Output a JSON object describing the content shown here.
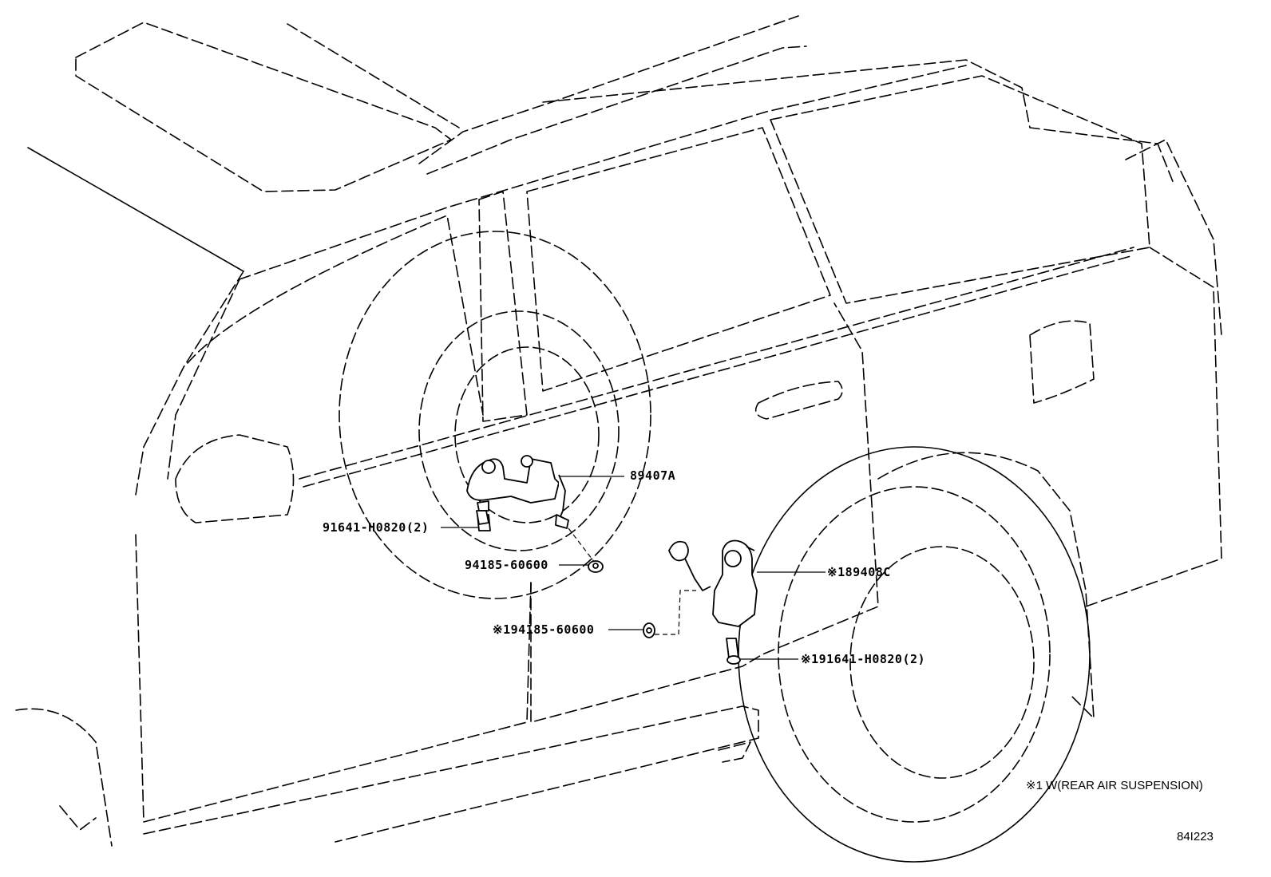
{
  "callouts": {
    "part_89407A": "89407A",
    "bolt_front": "91641-H0820(2)",
    "nut_front": "94185-60600",
    "part_89408C": "※189408C",
    "nut_rear": "※194185-60600",
    "bolt_rear": "※191641-H0820(2)"
  },
  "footnote": "※1 W(REAR AIR SUSPENSION)",
  "illustration_code": "84I223"
}
